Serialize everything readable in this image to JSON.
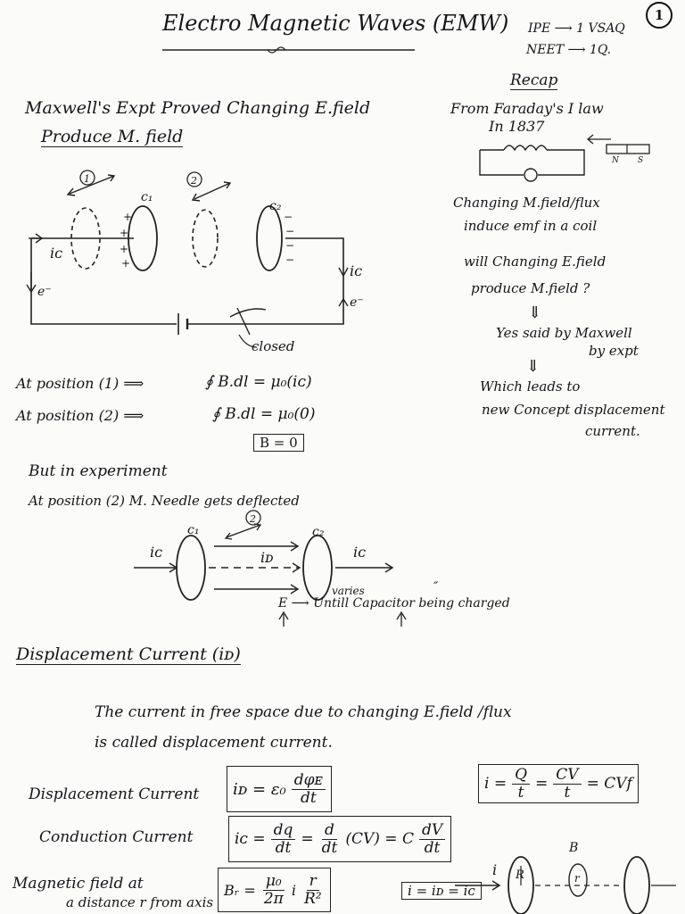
{
  "header": {
    "title": "Electro Magnetic Waves (EMW)",
    "ipe": "IPE ⟶ 1 VSAQ",
    "neet": "NEET ⟶ 1Q.",
    "page_number": "1"
  },
  "left_intro": {
    "line1": "Maxwell's Expt Proved Changing E.field",
    "line2": "Produce M. field"
  },
  "circuit1": {
    "pos1": "1",
    "pos2": "2",
    "c1": "c₁",
    "c2": "c₂",
    "ic_left": "iᴄ",
    "e_left": "e⁻",
    "ic_right": "iᴄ",
    "e_right": "e⁻",
    "plus": "+",
    "minus": "−",
    "closed": "closed"
  },
  "recap": {
    "title": "Recap",
    "line1": "From Faraday's I law",
    "line2": "In 1837",
    "magnet_n": "N",
    "magnet_s": "S",
    "line3": "Changing M.field/flux",
    "line4": "induce emf in a coil",
    "line5": "will Changing E.field",
    "line6": "produce M.field ?",
    "arrow": "⇓",
    "line7": "Yes said by Maxwell",
    "line8": "by expt",
    "arrow2": "⇓",
    "line9": "Which leads to",
    "line10": "new Concept displacement",
    "line11": "current."
  },
  "positions": {
    "p1_label": "At position (1) ⟹",
    "p1_eq": "∮ B.dl = μ₀(iᴄ)",
    "p2_label": "At position (2) ⟹",
    "p2_eq": "∮ B.dl = μ₀(0)",
    "b_zero": "B = 0"
  },
  "experiment": {
    "line1": "But in experiment",
    "line2": "At position (2)   M. Needle gets deflected"
  },
  "circuit2": {
    "pos": "2",
    "c1": "c₁",
    "c2": "c₂",
    "ic_left": "iᴄ",
    "id": "iᴅ",
    "ic_right": "iᴄ",
    "varies": "varies",
    "quote": "″",
    "e_label": "E ⟶ Untill Capacitor being charged"
  },
  "displacement": {
    "heading": "Displacement Current (iᴅ)",
    "def1": "The current in free space due to changing E.field /flux",
    "def2": "is called  displacement current.",
    "dc_label": "Displacement Current",
    "dc_lhs": "iᴅ = ε₀",
    "dc_num": "dφᴇ",
    "dc_den": "dt",
    "cc_label": "Conduction Current",
    "cc_lhs": "iᴄ =",
    "cc_num1": "dq",
    "cc_den1": "dt",
    "cc_mid": "=",
    "cc_num2": "d",
    "cc_den2": "dt",
    "cc_mid2": "(CV) = C",
    "cc_num3": "dV",
    "cc_den3": "dt",
    "i_eq": "i =",
    "i_n1": "Q",
    "i_d1": "t",
    "i_n2": "CV",
    "i_d2": "t",
    "i_end": "= CVf",
    "mf_label1": "Magnetic field at",
    "mf_label2": "a distance r from axis",
    "mf_lhs": "Bᵣ =",
    "mf_num": "μ₀",
    "mf_den": "2π",
    "mf_mid": "i",
    "mf_num2": "r",
    "mf_den2": "R²",
    "ii_box": "i = iᴅ = iᴄ",
    "fig_i": "i",
    "fig_r": "R",
    "fig_b": "B",
    "fig_r2": "r"
  }
}
